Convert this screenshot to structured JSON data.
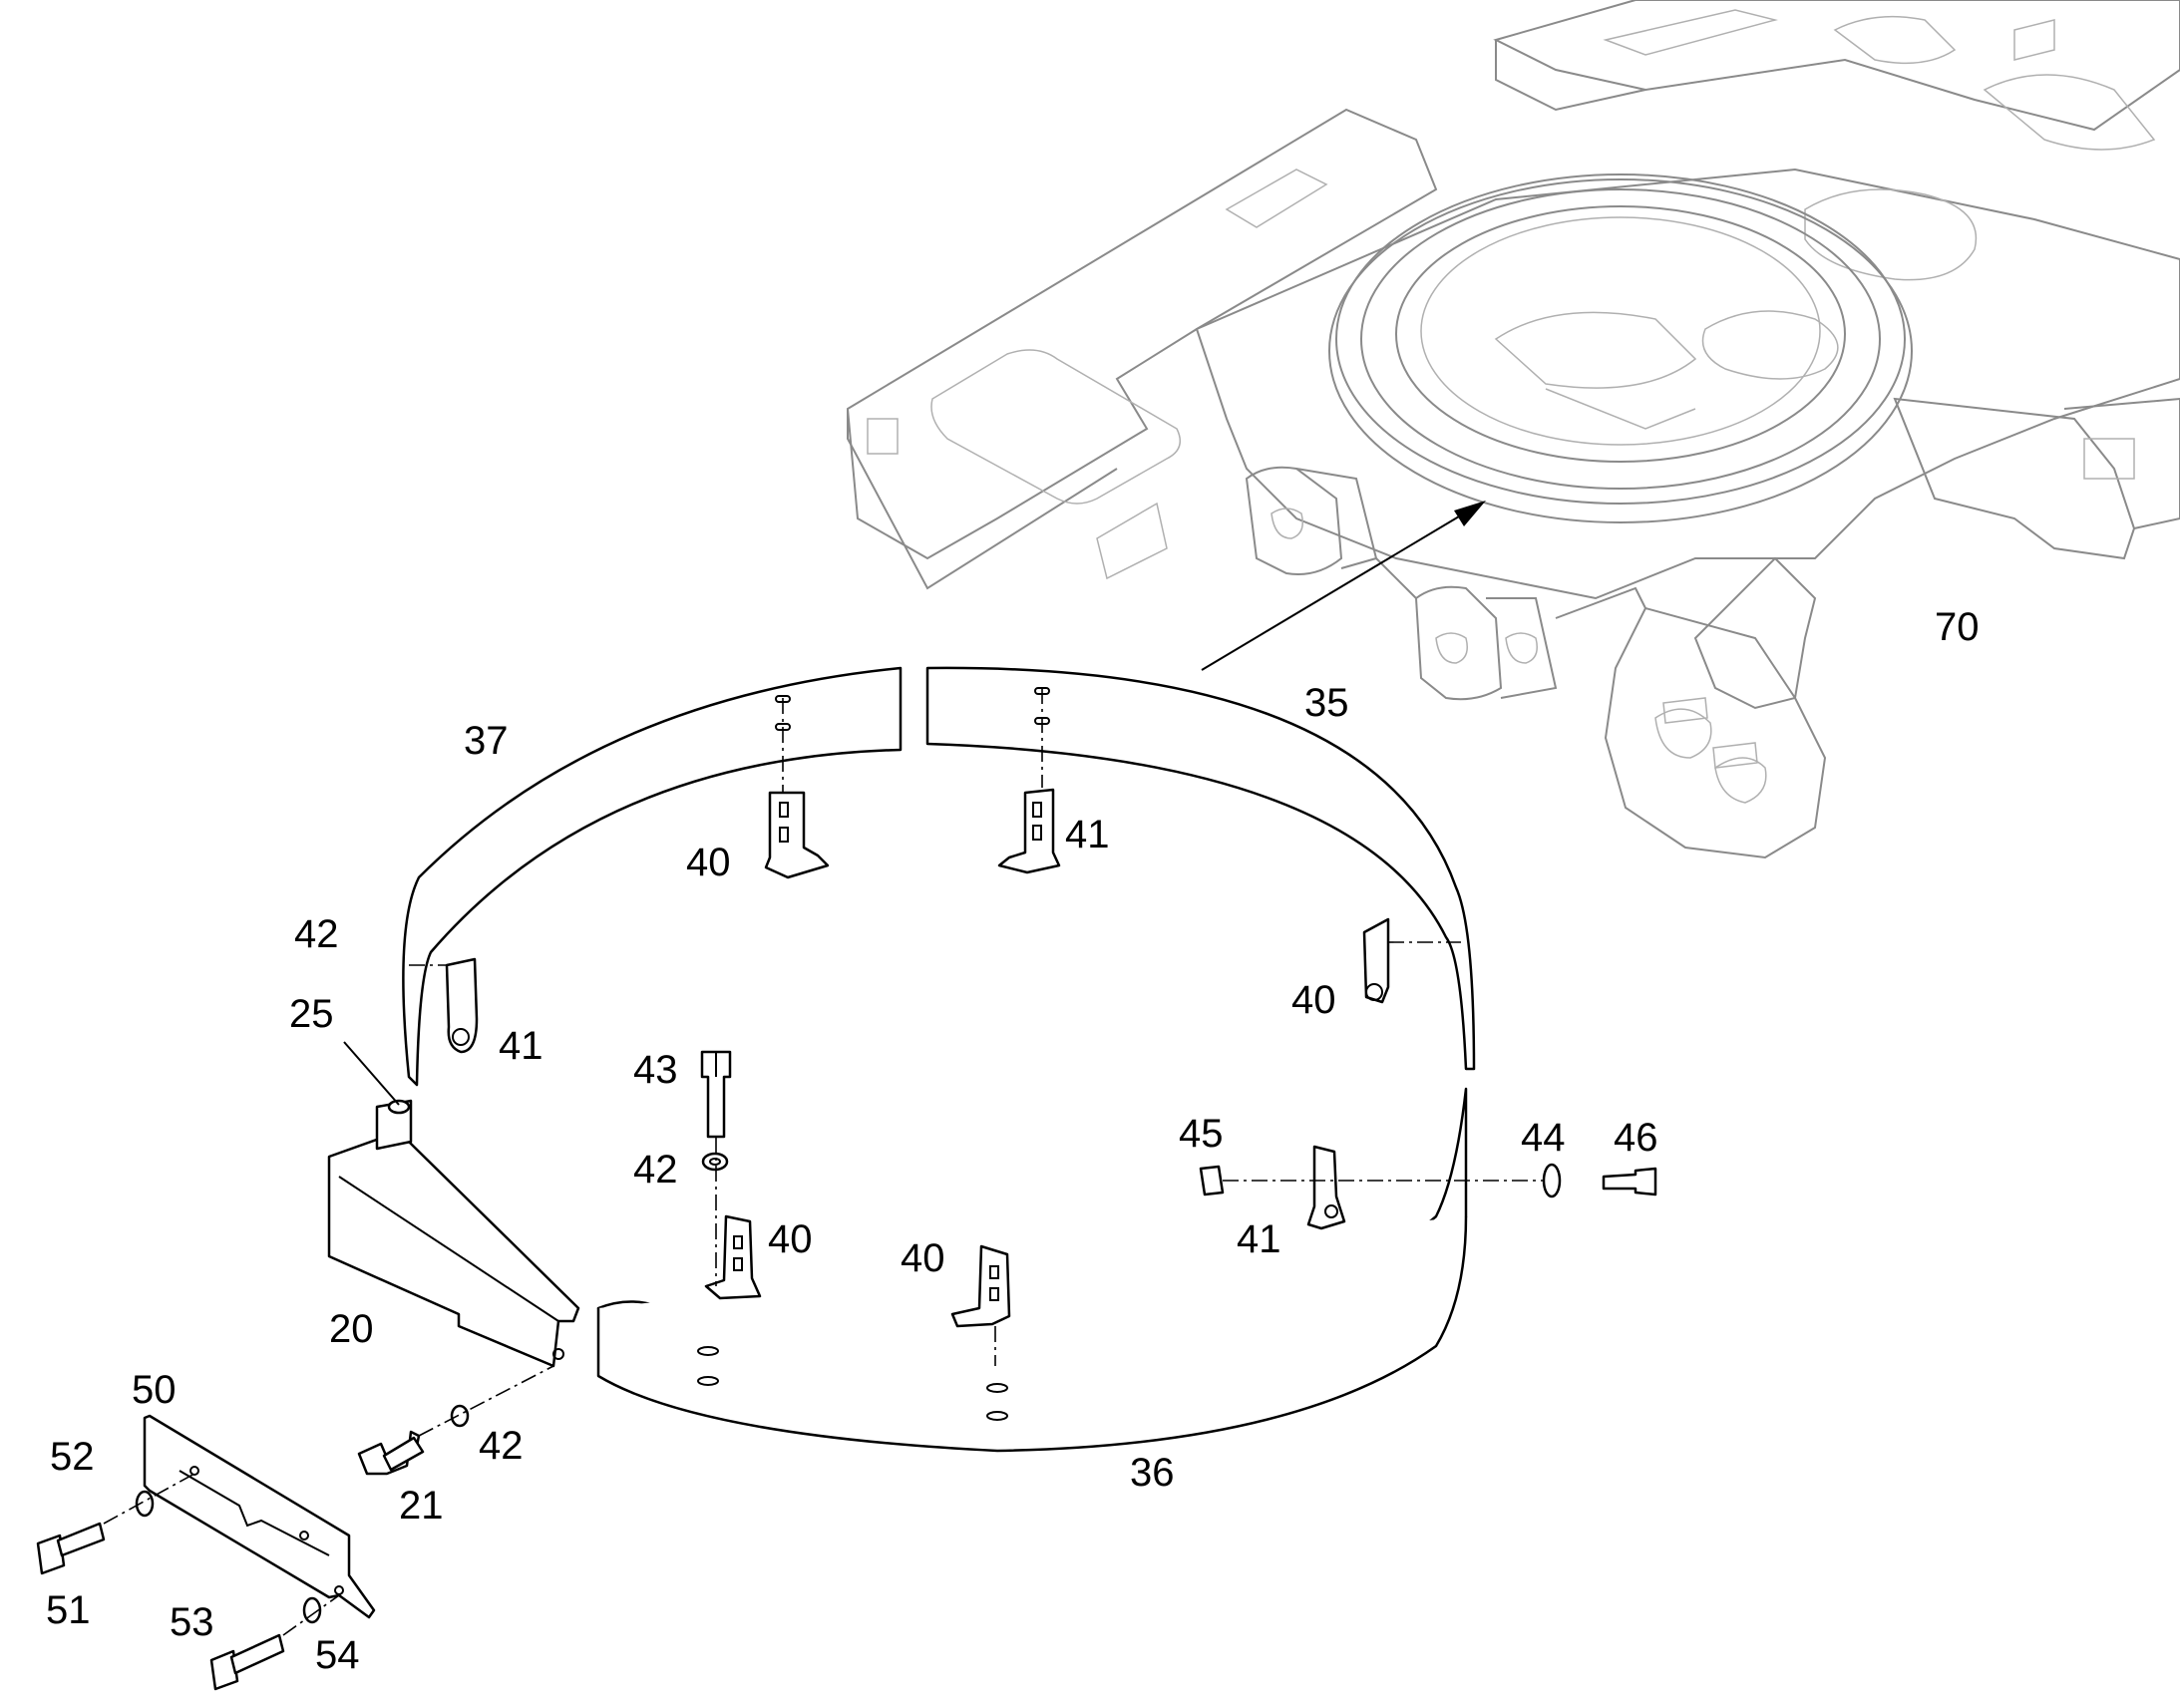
{
  "callouts": {
    "c70": "70",
    "c35": "35",
    "c37": "37",
    "c41_top": "41",
    "c40_top": "40",
    "c42_left": "42",
    "c25": "25",
    "c41_left": "41",
    "c40_right": "40",
    "c43": "43",
    "c42_mid": "42",
    "c40_mid": "40",
    "c40_bottom": "40",
    "c45": "45",
    "c44": "44",
    "c46": "46",
    "c41_right": "41",
    "c20": "20",
    "c50": "50",
    "c52": "52",
    "c42_low": "42",
    "c21": "21",
    "c51": "51",
    "c36": "36",
    "c53": "53",
    "c54": "54"
  },
  "colors": {
    "line": "#000000",
    "frame": "#8a8a8a",
    "background": "#ffffff"
  }
}
